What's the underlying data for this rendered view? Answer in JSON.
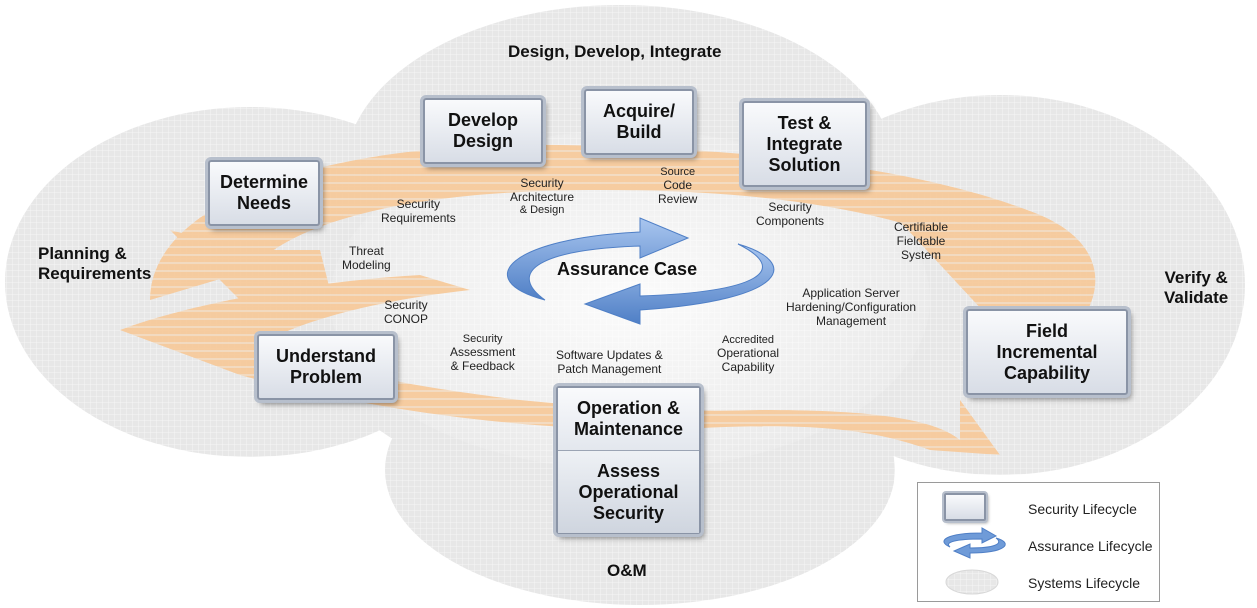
{
  "phases": {
    "design": "Design, Develop, Integrate",
    "planning": [
      "Planning &",
      "Requirements"
    ],
    "verify": [
      "Verify &",
      "Validate"
    ],
    "om": "O&M"
  },
  "steps": {
    "determine_needs": [
      "Determine",
      "Needs"
    ],
    "develop_design": [
      "Develop",
      "Design"
    ],
    "acquire_build": [
      "Acquire/",
      "Build"
    ],
    "test_integrate": [
      "Test &",
      "Integrate",
      "Solution"
    ],
    "field_capability": [
      "Field",
      "Incremental",
      "Capability"
    ],
    "understand_problem": [
      "Understand",
      "Problem"
    ],
    "operation_maintenance": [
      "Operation &",
      "Maintenance"
    ],
    "assess_security": [
      "Assess",
      "Operational",
      "Security"
    ]
  },
  "center": "Assurance Case",
  "notes": {
    "security_requirements": [
      "Security",
      "Requirements"
    ],
    "security_architecture": [
      "Security",
      "Architecture",
      "& Design"
    ],
    "source_code_review": [
      "Source",
      "Code",
      "Review"
    ],
    "security_components": [
      "Security",
      "Components"
    ],
    "certifiable_system": [
      "Certifiable",
      "Fieldable",
      "System"
    ],
    "threat_modeling": [
      "Threat",
      "Modeling"
    ],
    "security_conop": [
      "Security",
      "CONOP"
    ],
    "security_assessment": [
      "Security",
      "Assessment",
      "& Feedback"
    ],
    "software_updates": [
      "Software Updates &",
      "Patch Management"
    ],
    "accredited_capability": [
      "Accredited",
      "Operational",
      "Capability"
    ],
    "app_server_hardening": [
      "Application Server",
      "Hardening/Configuration",
      "Management"
    ]
  },
  "legend": {
    "items": [
      "Security Lifecycle",
      "Assurance Lifecycle",
      "Systems Lifecycle"
    ]
  },
  "colors": {
    "lifecycle_band": "#f7c999",
    "assurance_arrow": "#6f9bd8",
    "cloud": "#e6e6e6"
  }
}
